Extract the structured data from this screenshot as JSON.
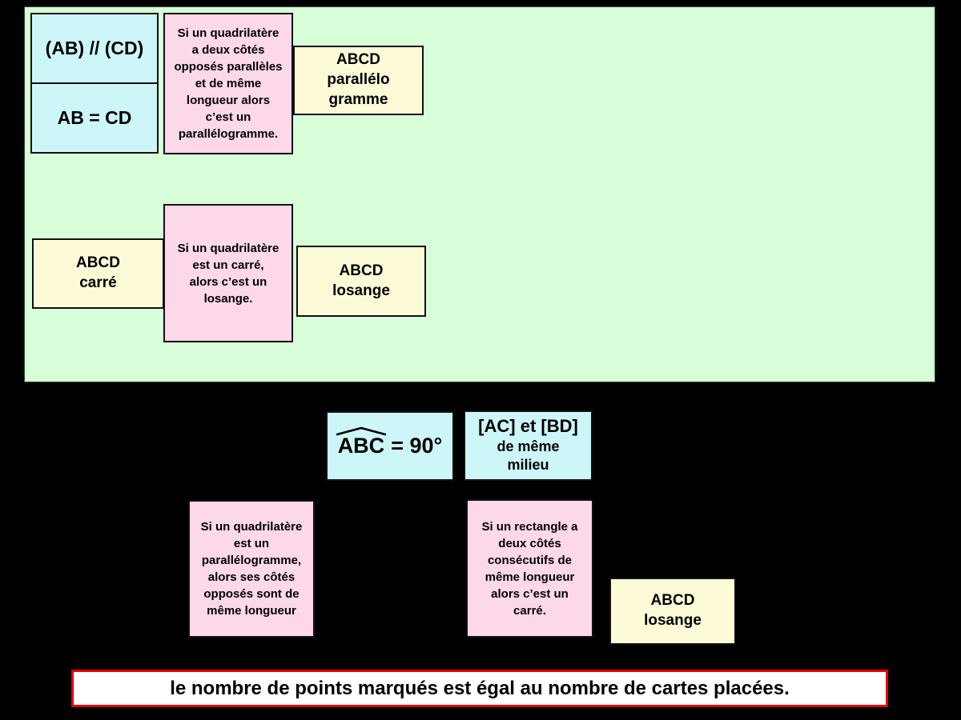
{
  "colors": {
    "page_background": "#000000",
    "zone_background": "#d7fdd9",
    "hypothesis_card": "#cdf6f8",
    "theorem_card": "#fcd8e9",
    "conclusion_card": "#fdfbd7",
    "banner_border": "#e60000",
    "banner_background": "#ffffff",
    "text": "#000000"
  },
  "zone_cards": {
    "hypothesis_pair": {
      "top": "(AB) // (CD)",
      "bottom": "AB = CD"
    },
    "theorem_parallelogramme": "Si un quadrilatère\na deux côtés\nopposés parallèles\net de même\nlongueur alors\nc’est un\nparallélogramme.",
    "conclusion_parallelogramme": "ABCD\nparallélo\ngramme",
    "hypothesis_carre": "ABCD\ncarré",
    "theorem_losange": "Si un quadrilatère\nest un carré,\nalors c’est un\nlosange.",
    "conclusion_losange": "ABCD\nlosange"
  },
  "tray_cards": {
    "angle": {
      "name": "ABC",
      "suffix": "= 90°"
    },
    "diagonales": {
      "line1": "[AC] et [BD]",
      "line2": "de même\nmilieu"
    },
    "theorem_cotes_opposes": "Si un quadrilatère\nest un\nparallélogramme,\nalors ses côtés\nopposés sont de\nmême longueur",
    "theorem_rectangle_carre": "Si un rectangle a\ndeux côtés\nconsécutifs de\nmême longueur\nalors c’est un\ncarré.",
    "conclusion_losange": "ABCD\nlosange"
  },
  "banner": {
    "text": "le nombre de points marqués est égal au nombre de cartes placées."
  }
}
